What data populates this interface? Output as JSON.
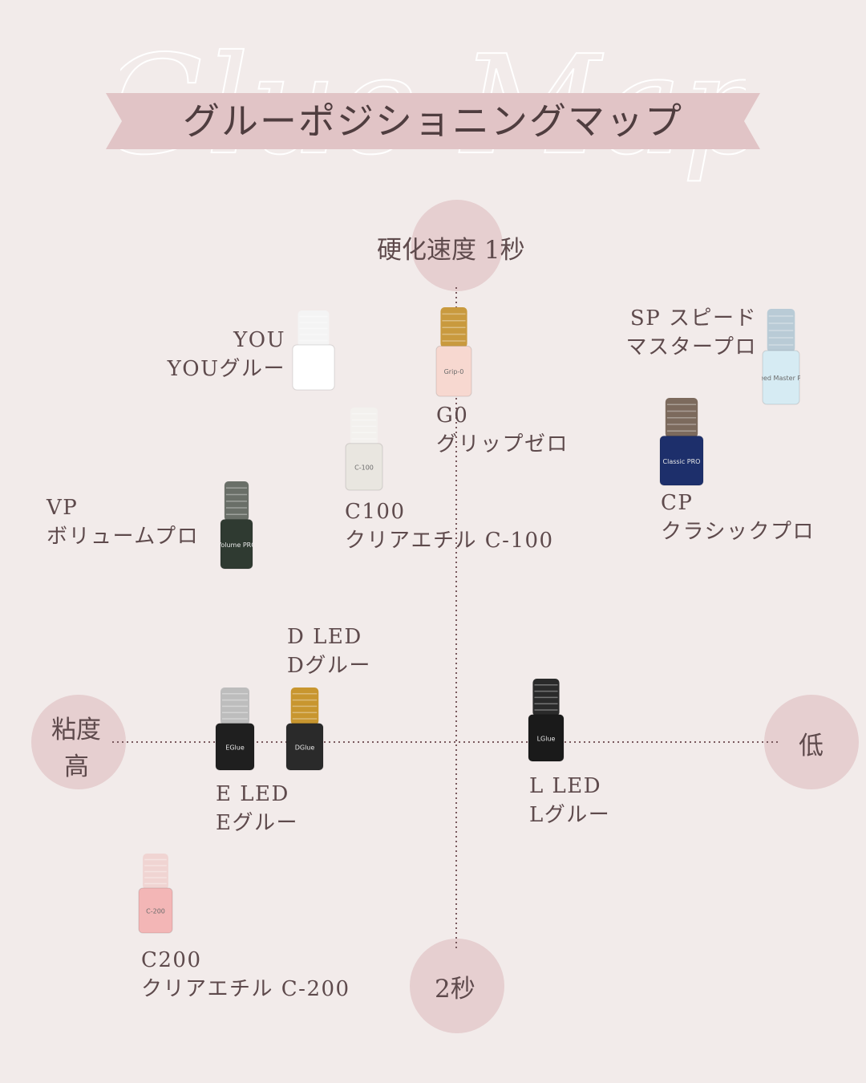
{
  "header": {
    "script_text": "Glue Map",
    "title": "グルーポジショニングマップ"
  },
  "axes": {
    "top": "硬化速度 1秒",
    "bottom": "2秒",
    "left_line1": "粘度",
    "left_line2": "高",
    "right": "低"
  },
  "products": [
    {
      "id": "you",
      "code": "YOU",
      "name": "YOUグルー",
      "cap": "#f4f4f4",
      "body": "#ffffff",
      "bottle_text": ""
    },
    {
      "id": "g0",
      "code": "G0",
      "name": "グリップゼロ",
      "cap": "#c99a3e",
      "body": "#f7d8d0",
      "bottle_text": "Grip-0"
    },
    {
      "id": "sp",
      "code": "SP スピード",
      "name": "マスタープロ",
      "cap": "#b9cbd6",
      "body": "#d6ebf3",
      "bottle_text": "Speed Master PRO"
    },
    {
      "id": "c100",
      "code": "C100",
      "name": "クリアエチル C-100",
      "cap": "#f3f1ee",
      "body": "#e9e6e0",
      "bottle_text": "C-100"
    },
    {
      "id": "cp",
      "code": "CP",
      "name": "クラシックプロ",
      "cap": "#7c6a5d",
      "body": "#1d2f6b",
      "bottle_text": "Classic PRO"
    },
    {
      "id": "vp",
      "code": "VP",
      "name": "ボリュームプロ",
      "cap": "#6a6f68",
      "body": "#2f3a31",
      "bottle_text": "Volume PRO"
    },
    {
      "id": "dled",
      "code": "D LED",
      "name": "Dグルー",
      "cap": "#c8962f",
      "body": "#2a2a2a",
      "bottle_text": "DGlue"
    },
    {
      "id": "eled",
      "code": "E LED",
      "name": "Eグルー",
      "cap": "#bdbdbd",
      "body": "#1f1f1f",
      "bottle_text": "EGlue"
    },
    {
      "id": "lled",
      "code": "L LED",
      "name": "Lグルー",
      "cap": "#2a2a2a",
      "body": "#1a1a1a",
      "bottle_text": "LGlue"
    },
    {
      "id": "c200",
      "code": "C200",
      "name": "クリアエチル C-200",
      "cap": "#f0d4d2",
      "body": "#f3b6b6",
      "bottle_text": "C-200"
    }
  ]
}
